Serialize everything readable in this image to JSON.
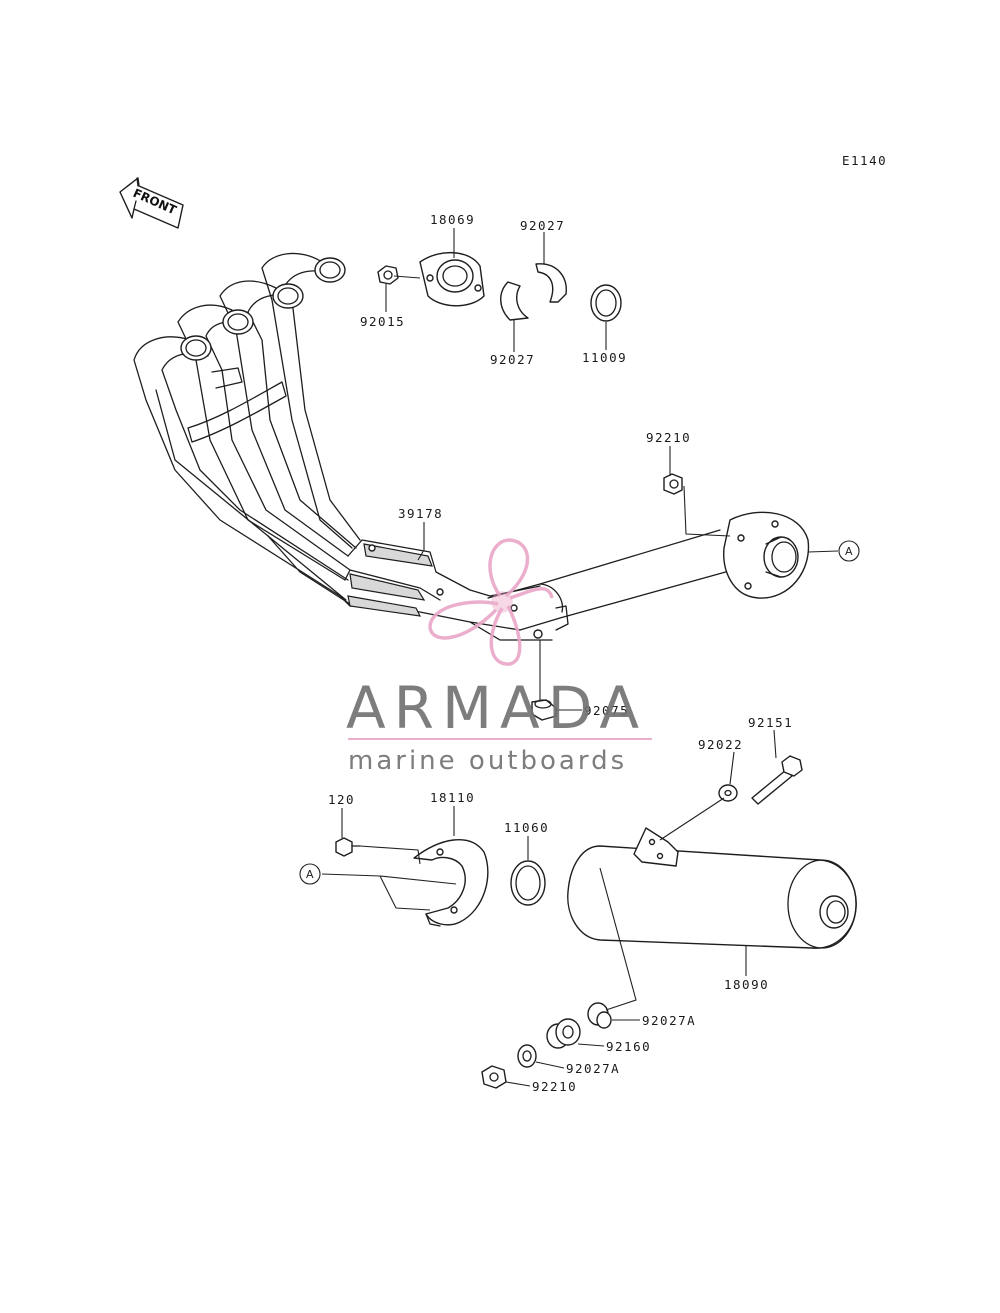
{
  "diagram": {
    "code": "E1140",
    "front_label": "FRONT",
    "ref_marker": "A",
    "parts": [
      {
        "id": "p18069",
        "number": "18069"
      },
      {
        "id": "p92027_top",
        "number": "92027"
      },
      {
        "id": "p92015",
        "number": "92015"
      },
      {
        "id": "p92027_bottom",
        "number": "92027"
      },
      {
        "id": "p11009",
        "number": "11009"
      },
      {
        "id": "p92210_top",
        "number": "92210"
      },
      {
        "id": "p39178",
        "number": "39178"
      },
      {
        "id": "p92075",
        "number": "92075"
      },
      {
        "id": "p92151",
        "number": "92151"
      },
      {
        "id": "p92022",
        "number": "92022"
      },
      {
        "id": "p120",
        "number": "120"
      },
      {
        "id": "p18110",
        "number": "18110"
      },
      {
        "id": "p11060",
        "number": "11060"
      },
      {
        "id": "p18090",
        "number": "18090"
      },
      {
        "id": "p92027A_1",
        "number": "92027A"
      },
      {
        "id": "p92160",
        "number": "92160"
      },
      {
        "id": "p92027A_2",
        "number": "92027A"
      },
      {
        "id": "p92210_bottom",
        "number": "92210"
      }
    ]
  },
  "watermark": {
    "title": "ARMADA",
    "subtitle": "marine outboards",
    "accent_color": "#e9a7c8",
    "line_color": "#e9a7c8",
    "text_color": "#6f6f6f"
  }
}
